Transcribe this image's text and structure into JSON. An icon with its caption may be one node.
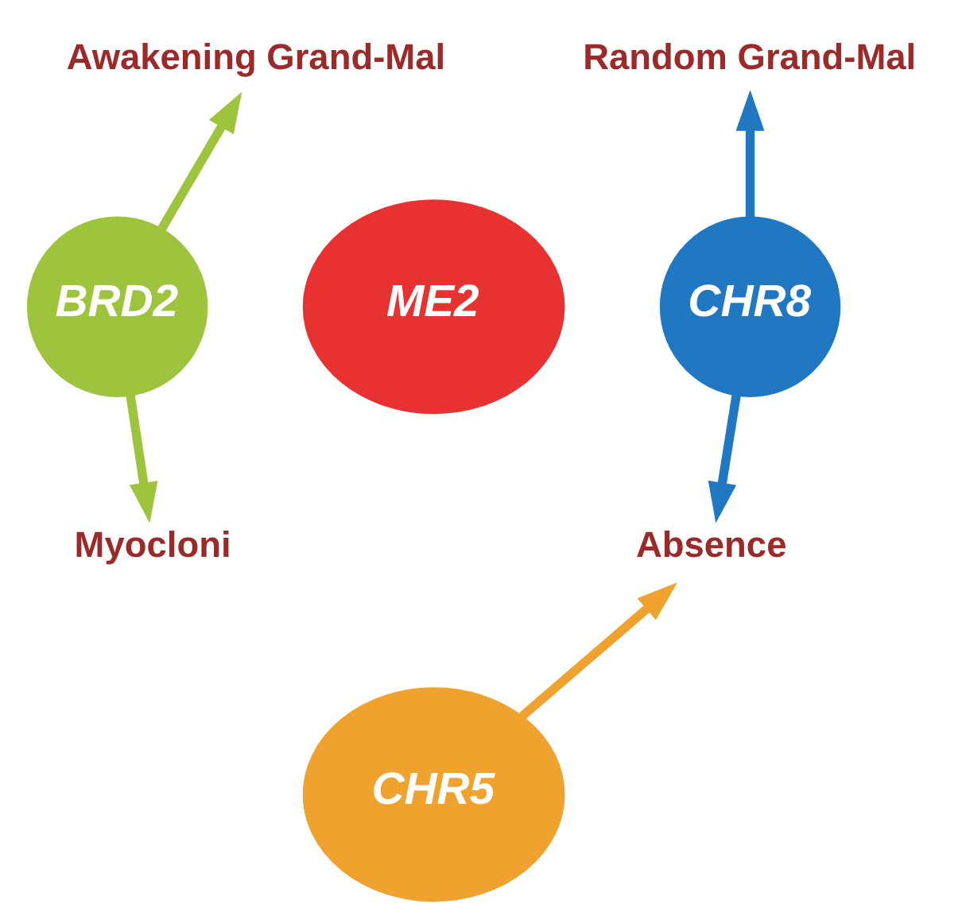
{
  "diagram": {
    "nodes": [
      {
        "text": [
          "Awakening Grand-Mal"
        ]
      },
      {
        "text": [
          "Random Grand-Mal"
        ]
      },
      {
        "text": [
          "BRD2"
        ]
      },
      {
        "text": [
          "ME2"
        ]
      },
      {
        "text": [
          "CHR8"
        ]
      },
      {
        "text": [
          "Absence"
        ]
      },
      {
        "text": [
          "Myocloni"
        ]
      },
      {
        "text": [
          "CHR5"
        ]
      }
    ],
    "edges": [
      {
        "from": 2,
        "to": 0,
        "arrow": "to",
        "color": "#9dc43c"
      },
      {
        "from": 4,
        "to": 1,
        "arrow": "to",
        "color": "#1f78c1"
      },
      {
        "from": 2,
        "to": 6,
        "arrow": "to",
        "color": "#9dc43c"
      },
      {
        "from": 4,
        "to": 5,
        "arrow": "to",
        "color": "#1f78c1"
      },
      {
        "from": 7,
        "to": 5,
        "arrow": "to",
        "color": "#f0a22e"
      }
    ]
  }
}
